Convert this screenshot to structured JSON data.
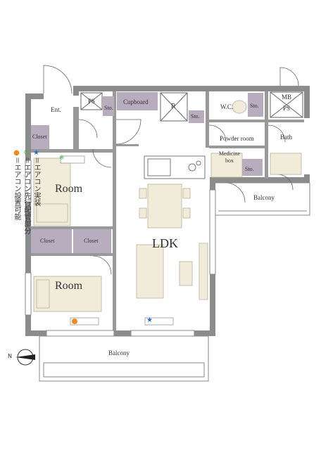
{
  "rooms": {
    "ent": "Ent.",
    "ps_top": "PS",
    "sto_1": "Sto.",
    "cupboard": "Cupboard",
    "r": "R",
    "sto_2": "Sto.",
    "wc": "W.C.",
    "sto_3": "Sto.",
    "mb": "MB",
    "ps_mb": "PS",
    "closet_ent": "Closet",
    "powder_room": "Powder room",
    "bath": "Bath",
    "medicine_box": "Medicine box",
    "sto_4": "Sto.",
    "room_upper": "Room",
    "room_lower": "Room",
    "closet_left": "Closet",
    "closet_right": "Closet",
    "ldk": "LDK",
    "balcony_right": "Balcony",
    "balcony_bottom": "Balcony"
  },
  "legend": {
    "item_1_symbol": "★",
    "item_1_text": "＝エアコン実装",
    "item_2_symbol": "※",
    "item_2_text": "＝エアコン先行配管部分",
    "item_3_symbol": "●",
    "item_3_text": "＝エアコン設置可能"
  },
  "compass": {
    "label": "N"
  },
  "colors": {
    "wall": "#8c8c8c",
    "storage": "#b8acbf",
    "furniture": "#f1ecd9",
    "star": "#1e6fd0",
    "ac_pipe": "#49b54a",
    "ac_dot": "#f08a1c"
  }
}
